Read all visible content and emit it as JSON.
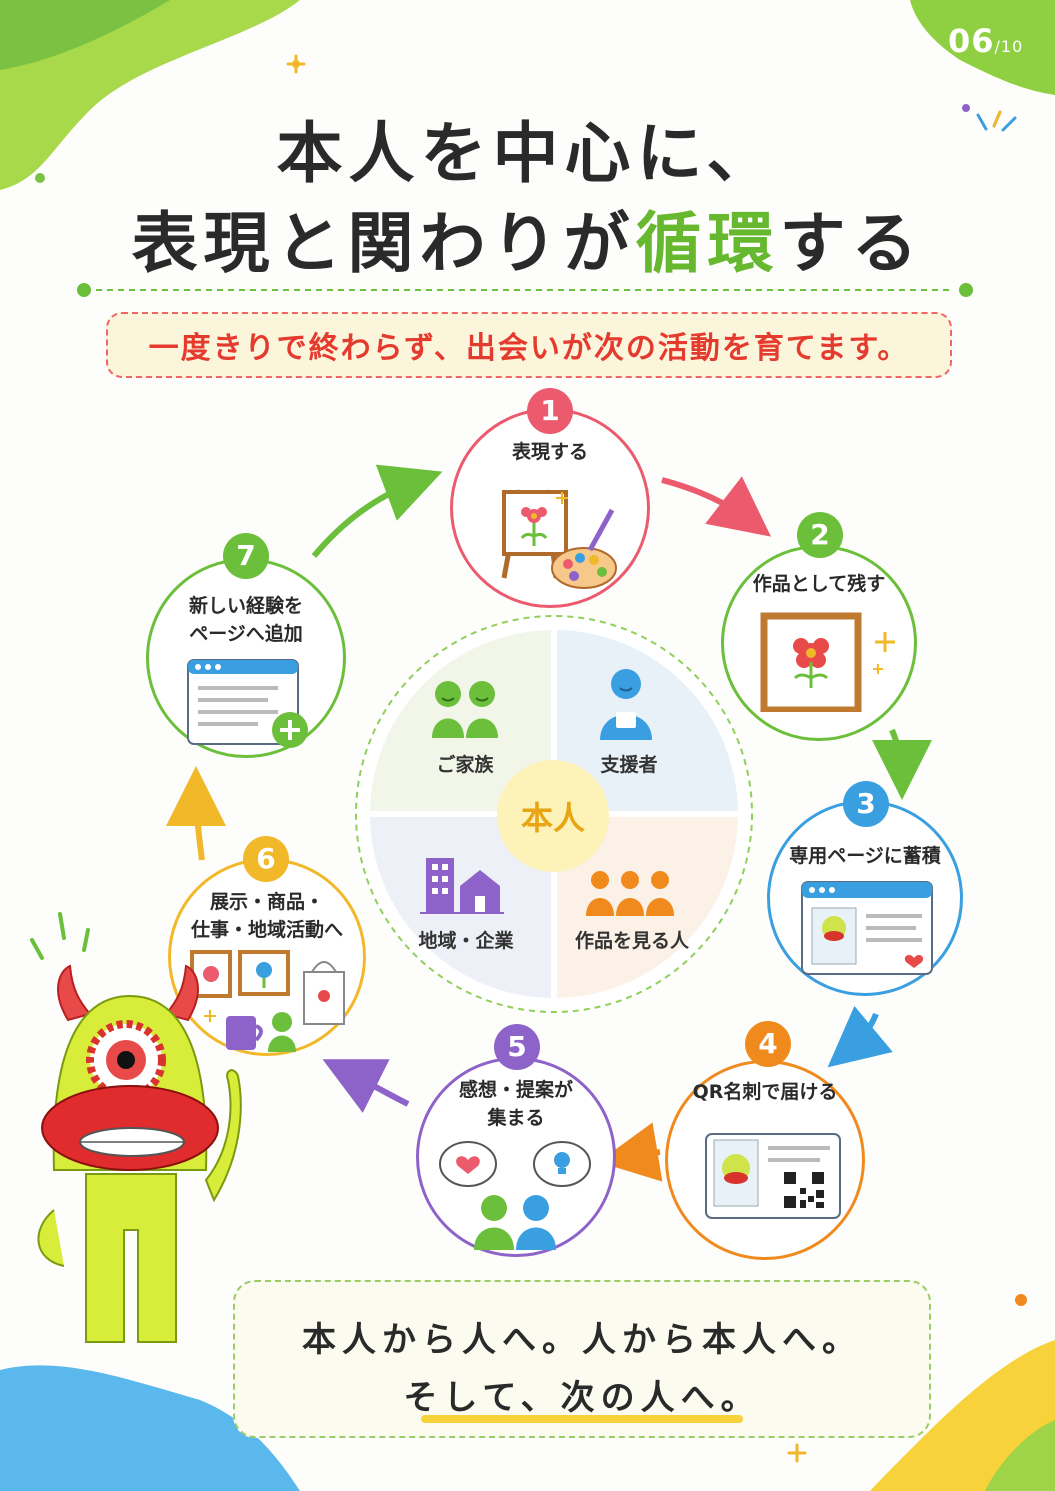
{
  "page": {
    "number": "06",
    "total": "/10"
  },
  "title": {
    "line1": "本人を中心に、",
    "line2_a": "表現と関わりが",
    "line2_hl": "循環",
    "line2_b": "する"
  },
  "subtitle": "一度きりで終わらず、出会いが次の活動を育てます。",
  "center": {
    "core": "本人",
    "quadrants": [
      {
        "label": "ご家族",
        "icon": "family-icon"
      },
      {
        "label": "支援者",
        "icon": "supporter-icon"
      },
      {
        "label": "地域・企業",
        "icon": "community-business-icon"
      },
      {
        "label": "作品を見る人",
        "icon": "audience-icon"
      }
    ]
  },
  "steps": [
    {
      "num": "1",
      "label": "表現する",
      "color": "#ec5a6e",
      "icon": "easel-palette-icon"
    },
    {
      "num": "2",
      "label": "作品として残す",
      "color": "#6cbf3a",
      "icon": "framed-flower-icon"
    },
    {
      "num": "3",
      "label": "専用ページに蓄積",
      "color": "#3a9fe0",
      "icon": "web-page-icon"
    },
    {
      "num": "4",
      "label": "QR名刺で届ける",
      "color": "#f08a1c",
      "icon": "qr-business-card-icon"
    },
    {
      "num": "5",
      "label_1": "感想・提案が",
      "label_2": "集まる",
      "color": "#8e63c9",
      "icon": "feedback-people-icon"
    },
    {
      "num": "6",
      "label_1": "展示・商品・",
      "label_2": "仕事・地域活動へ",
      "color": "#f1b829",
      "icon": "exhibition-goods-icon"
    },
    {
      "num": "7",
      "label_1": "新しい経験を",
      "label_2": "ページへ追加",
      "color": "#6cbf3a",
      "icon": "add-page-icon"
    }
  ],
  "bottom": {
    "line1": "本人から人へ。人から本人へ。",
    "line2": "そして、次の人へ。"
  },
  "colors": {
    "green": "#6cbf3a",
    "red": "#e53a2e",
    "core_yellow": "#fdf2b8"
  }
}
